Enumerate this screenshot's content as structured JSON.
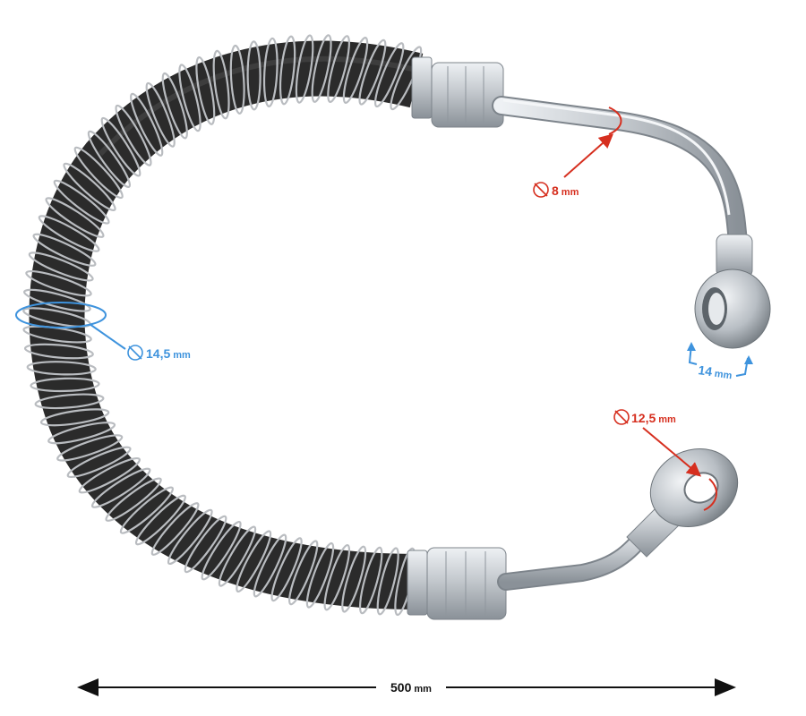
{
  "colors": {
    "hose": "#2b2b2b",
    "hose_highlight": "#4a4a4a",
    "spring": "#b9bcc0",
    "metal": "#c9ced3",
    "metal_dark": "#8f969d",
    "red": "#d62f1f",
    "blue": "#3e93dd",
    "black": "#111111"
  },
  "annotations": {
    "pipe_diameter": {
      "value": "8",
      "unit": "mm",
      "color": "red"
    },
    "hose_diameter": {
      "value": "14,5",
      "unit": "mm",
      "color": "blue"
    },
    "banjo_width": {
      "value": "14",
      "unit": "mm",
      "color": "blue"
    },
    "eye_diameter": {
      "value": "12,5",
      "unit": "mm",
      "color": "red"
    },
    "total_length": {
      "value": "500",
      "unit": "mm",
      "color": "black"
    }
  },
  "icons": {
    "diameter_symbol": "diameter-symbol-icon"
  }
}
